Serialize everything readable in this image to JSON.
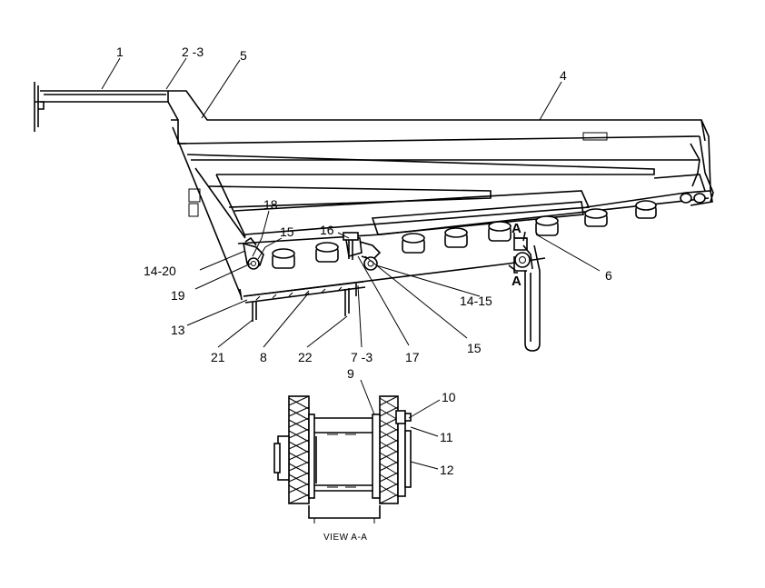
{
  "callouts": [
    {
      "id": "c1",
      "text": "1"
    },
    {
      "id": "c2",
      "text": "2 -3"
    },
    {
      "id": "c5",
      "text": "5"
    },
    {
      "id": "c4",
      "text": "4"
    },
    {
      "id": "c18",
      "text": "18"
    },
    {
      "id": "c15a",
      "text": "15"
    },
    {
      "id": "c16",
      "text": "16"
    },
    {
      "id": "c1420",
      "text": "14-20"
    },
    {
      "id": "c19",
      "text": "19"
    },
    {
      "id": "c13",
      "text": "13"
    },
    {
      "id": "c21",
      "text": "21"
    },
    {
      "id": "c8",
      "text": "8"
    },
    {
      "id": "c22",
      "text": "22"
    },
    {
      "id": "c73",
      "text": "7 -3"
    },
    {
      "id": "c17",
      "text": "17"
    },
    {
      "id": "c15b",
      "text": "15"
    },
    {
      "id": "c1415",
      "text": "14-15"
    },
    {
      "id": "c6",
      "text": "6"
    },
    {
      "id": "c9",
      "text": "9"
    },
    {
      "id": "c10",
      "text": "10"
    },
    {
      "id": "c11",
      "text": "11"
    },
    {
      "id": "c12",
      "text": "12"
    }
  ],
  "section_marks": {
    "top": "A",
    "bottom": "A"
  },
  "view_caption": "VIEW  A-A"
}
